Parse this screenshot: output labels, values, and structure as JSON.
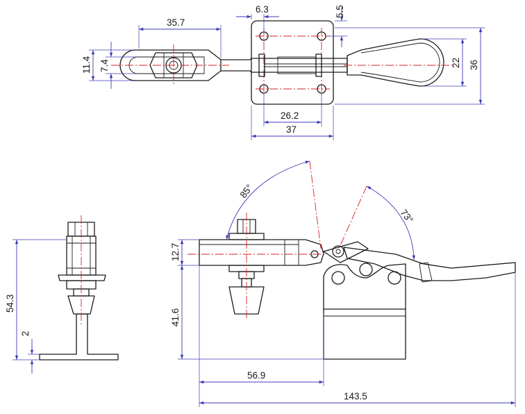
{
  "top_view": {
    "dim_35_7": "35.7",
    "dim_6_3": "6.3",
    "dim_5_5": "5.5",
    "dim_11_4": "11.4",
    "dim_7_4": "7.4",
    "dim_22": "22",
    "dim_36": "36",
    "dim_26_2": "26.2",
    "dim_37": "37"
  },
  "side_view": {
    "angle_85": "85°",
    "angle_73": "73°",
    "dim_12_7": "12.7",
    "dim_41_6": "41.6",
    "dim_56_9": "56.9",
    "dim_143_5": "143.5"
  },
  "front_view": {
    "dim_54_3": "54.3",
    "dim_2": "2"
  },
  "colors": {
    "outline": "#1a1a1a",
    "dimension": "#3b3bb8",
    "centerline": "#d42020"
  }
}
